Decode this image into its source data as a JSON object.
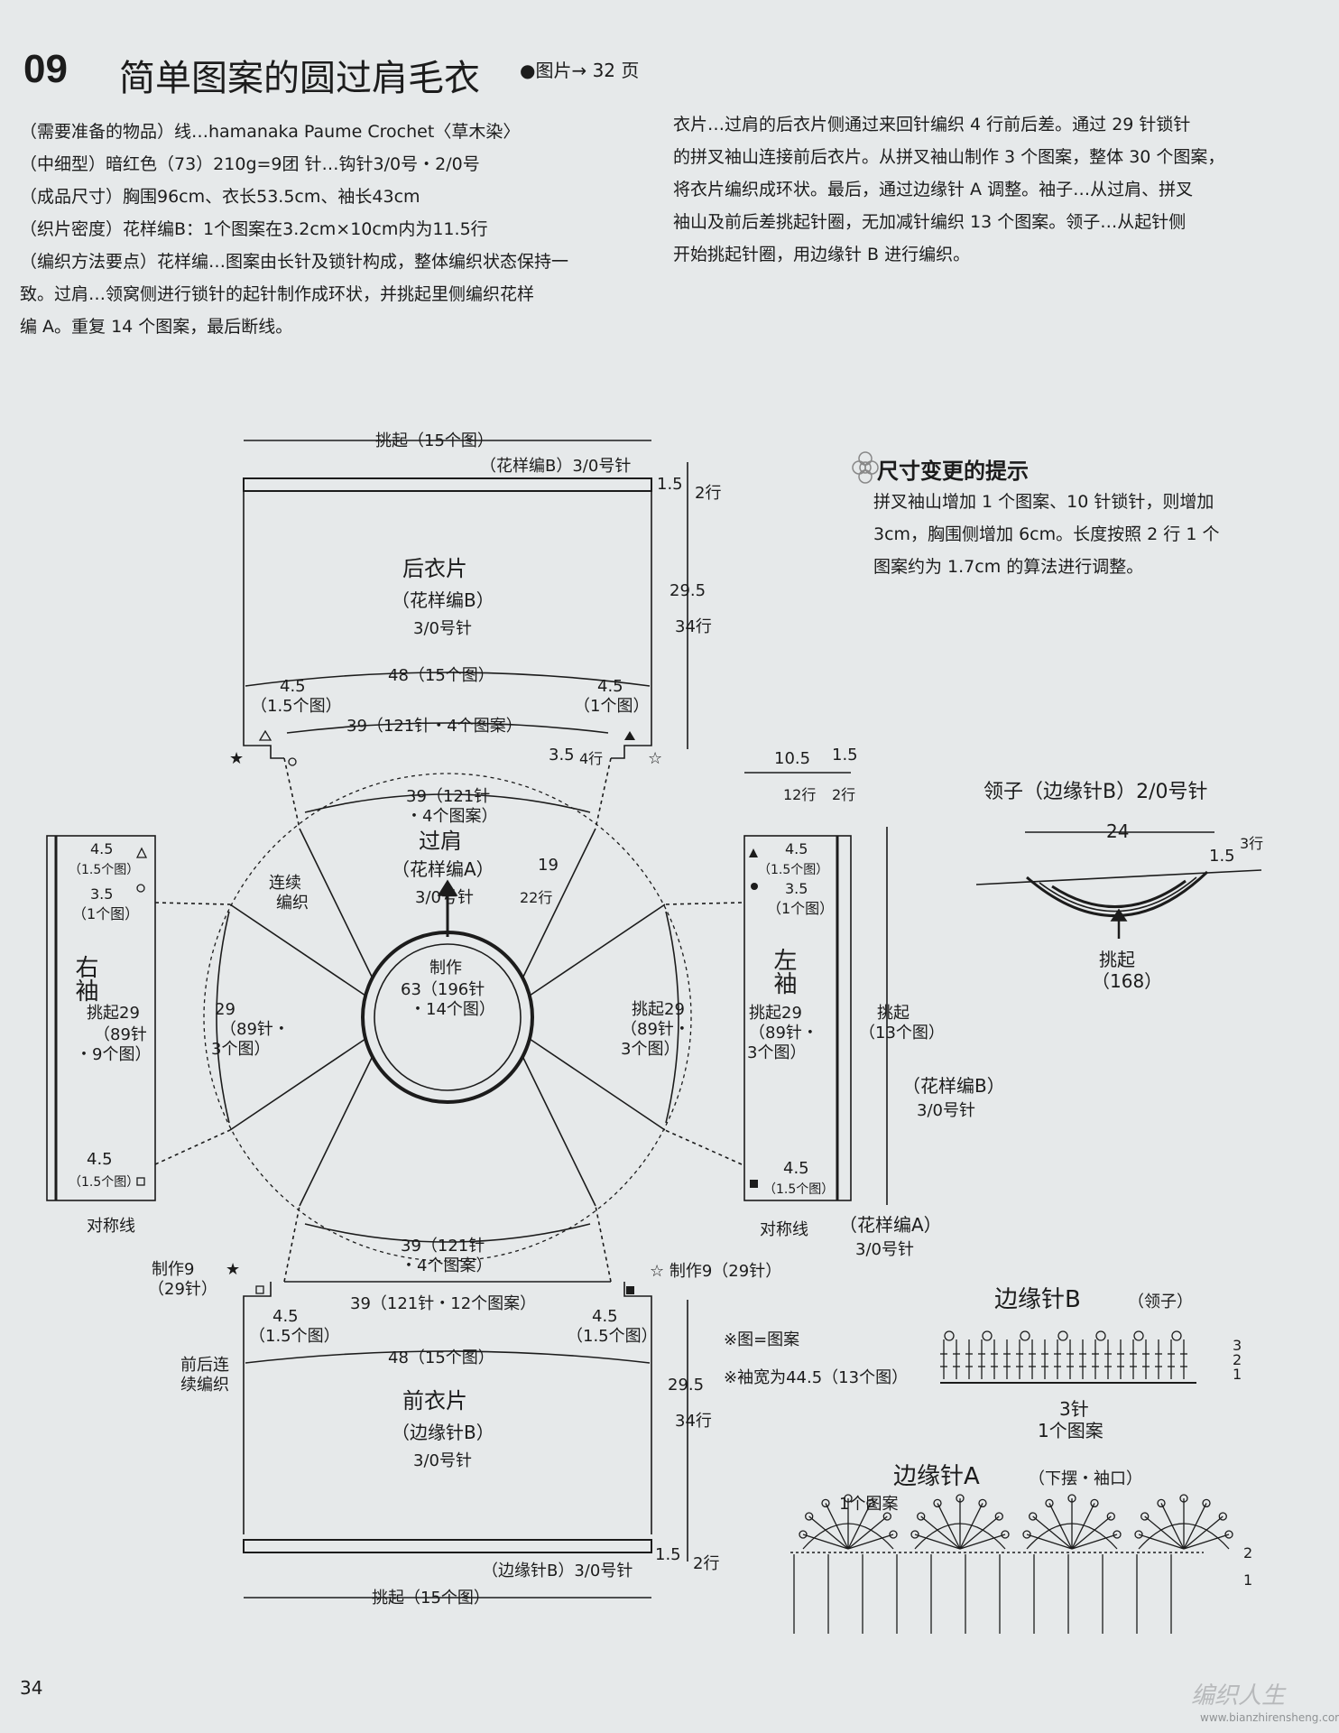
{
  "header": {
    "number": "09",
    "title": "简单图案的圆过肩毛衣",
    "ref": "●图片→ 32 页"
  },
  "left_text": [
    "（需要准备的物品）线…hamanaka  Paume Crochet〈草木染〉",
    "（中细型）暗红色（73）210g=9团  针…钩针3/0号・2/0号",
    "（成品尺寸）胸围96cm、衣长53.5cm、袖长43cm",
    "（织片密度）花样编B：1个图案在3.2cm×10cm内为11.5行",
    "（编织方法要点）花样编…图案由长针及锁针构成，整体编织状态保持一",
    "致。过肩…领窝侧进行锁针的起针制作成环状，并挑起里侧编织花样",
    "编 A。重复 14 个图案，最后断线。"
  ],
  "right_text": [
    "衣片…过肩的后衣片侧通过来回针编织 4 行前后差。通过 29 针锁针",
    "的拼叉袖山连接前后衣片。从拼叉袖山制作 3 个图案，整体 30 个图案，",
    "将衣片编织成环状。最后，通过边缘针 A 调整。袖子…从过肩、拼叉",
    "袖山及前后差挑起针圈，无加减针编织 13 个图案。领子…从起针侧",
    "开始挑起针圈，用边缘针 B 进行编织。"
  ],
  "hint": {
    "title": "尺寸变更的提示",
    "lines": [
      "拼叉袖山增加 1 个图案、10 针锁针，则增加",
      "3cm，胸围侧增加 6cm。长度按照 2 行 1 个",
      "图案约为 1.7cm 的算法进行调整。"
    ]
  },
  "back": {
    "pickup": "挑起（15个图）",
    "border": "（花样编B）3/0号针",
    "name": "后衣片",
    "pattern": "（花样编B）",
    "needle": "3/0号针",
    "h_top": "1.5",
    "rows_top": "2行",
    "height": "29.5",
    "rows": "34行",
    "width": "48（15个图）",
    "left_45": "4.5",
    "left_45_sub": "（1.5个图）",
    "right_45": "4.5",
    "right_45_sub": "（1个图）",
    "bottom": "39（121针・4个图案）",
    "step": "3.5",
    "step_rows": "4行"
  },
  "yoke": {
    "top": "39（121针",
    "top2": "・4个图案）",
    "name": "过肩",
    "pattern": "（花样编A）",
    "needle": "3/0号针",
    "side": "19",
    "rows": "22行",
    "cont": "连续",
    "cont2": "编织",
    "make": "制作",
    "make2": "63（196针",
    "make3": "・14个图）",
    "left_29": "29",
    "left_29b": "（89针・",
    "left_29c": "3个图）",
    "right_29": "挑起29",
    "right_29b": "（89针・",
    "right_29c": "3个图）",
    "bottom": "39（121针",
    "bottom2": "・4个图案）"
  },
  "rsleeve": {
    "top45": "4.5",
    "top45s": "（1.5个图）",
    "top35": "3.5",
    "top35s": "（1个图）",
    "name": "右袖",
    "pick": "挑起29",
    "pick2": "（89针",
    "pick3": "・9个图）",
    "bot45": "4.5",
    "bot45s": "（1.5个图）",
    "sym": "对称线"
  },
  "lsleeve": {
    "w1": "10.5",
    "w2": "1.5",
    "r1": "12行",
    "r2": "2行",
    "top45": "4.5",
    "top45s": "（1.5个图）",
    "top35": "3.5",
    "top35s": "（1个图）",
    "name": "左袖",
    "pick": "挑起29",
    "pick2": "（89针・",
    "pick3": "3个图）",
    "pickup": "挑起",
    "pickup2": "（13个图）",
    "pb": "（花样编B）",
    "pb2": "3/0号针",
    "bot45": "4.5",
    "bot45s": "（1.5个图）",
    "sym": "对称线",
    "pa": "（花样编A）",
    "pa2": "3/0号针"
  },
  "front": {
    "make_l": "制作9",
    "make_l2": "（29针）",
    "make_r": "☆ 制作9（29针）",
    "top": "39（121针・12个图案）",
    "l45": "4.5",
    "l45s": "（1.5个图）",
    "r45": "4.5",
    "r45s": "（1.5个图）",
    "cont": "前后连",
    "cont2": "续编织",
    "width": "48（15个图）",
    "name": "前衣片",
    "pattern": "（边缘针B）",
    "needle": "3/0号针",
    "height": "29.5",
    "rows": "34行",
    "h_bot": "1.5",
    "rows_bot": "2行",
    "border": "（边缘针B）3/0号针",
    "pickup": "挑起（15个图）"
  },
  "collar": {
    "title": "领子（边缘针B）2/0号针",
    "width": "24",
    "h": "1.5",
    "rows": "3行",
    "pick": "挑起",
    "pick2": "（168）"
  },
  "notes": [
    "※图=图案",
    "※袖宽为44.5（13个图）"
  ],
  "edgeB": {
    "title": "边缘针B",
    "sub": "（领子）",
    "rep": "3针",
    "rep2": "1个图案",
    "rows": [
      "3",
      "2",
      "1"
    ]
  },
  "edgeA": {
    "title": "边缘针A",
    "sub": "（下摆・袖口）",
    "rep": "1个图案",
    "rows": [
      "2",
      "1"
    ]
  },
  "footer": {
    "page": "34",
    "watermark": "编织人生",
    "url": "www.bianzhirensheng.com"
  }
}
